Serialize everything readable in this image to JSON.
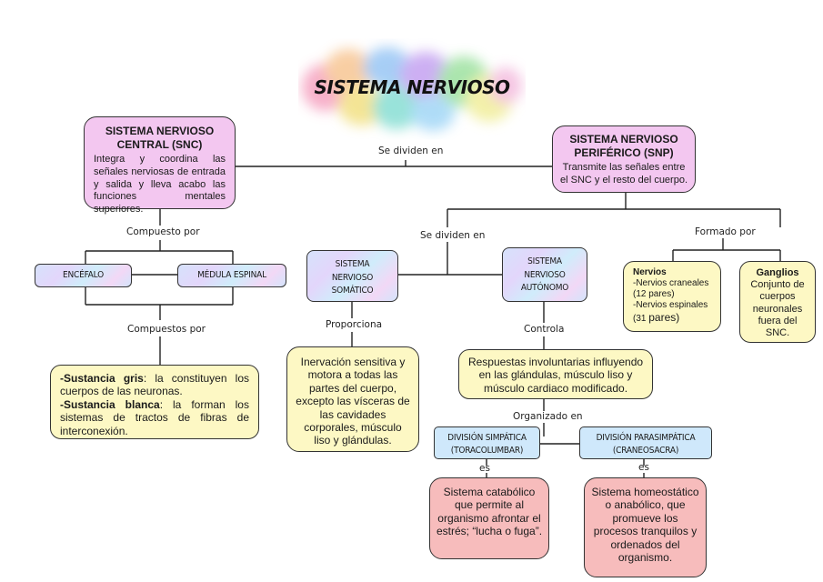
{
  "title": "SISTEMA NERVIOSO",
  "snc": {
    "heading": "SISTEMA NERVIOSO CENTRAL (SNC)",
    "text": "Integra y coordina las señales nerviosas de entrada y salida y lleva acabo las funciones mentales superiores."
  },
  "snp": {
    "heading": "SISTEMA NERVIOSO PERIFÉRICO (SNP)",
    "text": "Transmite las señales entre el SNC y el resto del cuerpo."
  },
  "labels": {
    "se_dividen_top": "Se dividen en",
    "compuesto_por": "Compuesto por",
    "se_dividen_mid": "Se dividen en",
    "formado_por": "Formado por",
    "compuestos_por": "Compuestos por",
    "proporciona": "Proporciona",
    "controla": "Controla",
    "organizado_en": "Organizado en",
    "es_left": "es",
    "es_right": "es"
  },
  "encefalo": "ENCÉFALO",
  "medula": "MÉDULA ESPINAL",
  "somatico": "SISTEMA NERVIOSO SOMÁTICO",
  "autonomo": "SISTEMA NERVIOSO AUTÓNOMO",
  "sustancias": {
    "gris_label": "-Sustancia gris",
    "gris_text": ": la constituyen los cuerpos de las neuronas.",
    "blanca_label": "-Sustancia blanca",
    "blanca_text": ": la forman los sistemas de tractos de fibras de interconexión."
  },
  "somatico_desc": "Inervación sensitiva y motora a todas las partes del cuerpo, excepto las vísceras de las cavidades corporales, músculo liso y glándulas.",
  "autonomo_desc": "Respuestas involuntarias influyendo en las glándulas, músculo liso y músculo cardiaco modificado.",
  "nervios": {
    "heading": "Nervios",
    "line1": "-Nervios craneales",
    "line2": "(12 pares)",
    "line3": "-Nervios espinales",
    "line4a": "(31 ",
    "line4b": "pares)"
  },
  "ganglios": {
    "heading": "Ganglios",
    "text": "Conjunto de cuerpos neuronales fuera del SNC."
  },
  "simpatica": {
    "line1": "DIVISIÓN SIMPÁTICA",
    "line2": "(TORACOLUMBAR)",
    "desc": "Sistema catabólico que permite al organismo afrontar el estrés; “lucha o fuga”."
  },
  "parasimpatica": {
    "line1": "DIVISIÓN PARASIMPÁTICA",
    "line2": "(CRANEOSACRA)",
    "desc": "Sistema homeostático o anabólico, que promueve los procesos tranquilos y ordenados del organismo."
  }
}
